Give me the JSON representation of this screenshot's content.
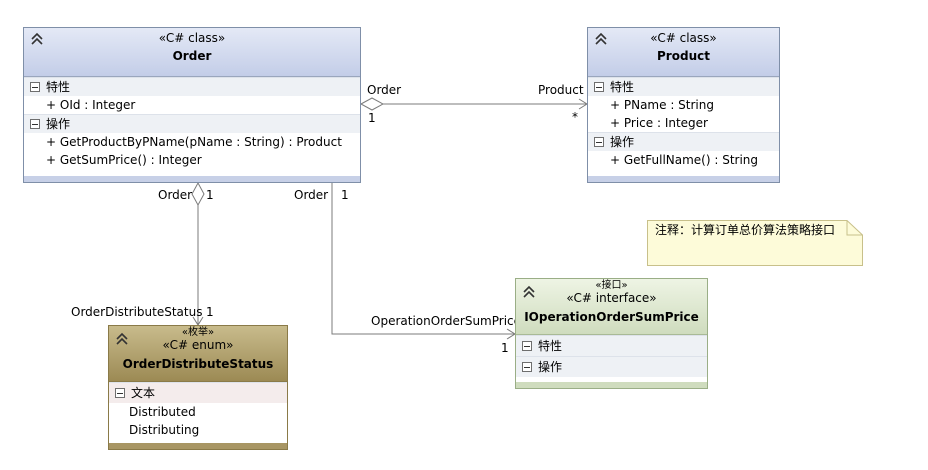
{
  "order_class": {
    "stereotype": "«C# class»",
    "name": "Order",
    "section_attributes": "特性",
    "attributes": [
      "+ OId : Integer"
    ],
    "section_operations": "操作",
    "operations": [
      "+ GetProductByPName(pName : String) : Product",
      "+ GetSumPrice() : Integer"
    ]
  },
  "product_class": {
    "stereotype": "«C# class»",
    "name": "Product",
    "section_attributes": "特性",
    "attributes": [
      "+ PName : String",
      "+ Price : Integer"
    ],
    "section_operations": "操作",
    "operations": [
      "+ GetFullName() : String"
    ]
  },
  "interface": {
    "stereotype_small": "«接口»",
    "stereotype": "«C# interface»",
    "name": "IOperationOrderSumPrice",
    "section_attributes": "特性",
    "section_operations": "操作"
  },
  "enum": {
    "stereotype_small": "«枚举»",
    "stereotype": "«C# enum»",
    "name": "OrderDistributeStatus",
    "section_text": "文本",
    "values": [
      "Distributed",
      "Distributing"
    ]
  },
  "note": {
    "text": "注释：计算订单总价算法策略接口"
  },
  "connectors": {
    "order_product": {
      "source_role": "Order",
      "source_mult": "1",
      "target_role": "Product",
      "target_mult": "*"
    },
    "order_enum": {
      "source_role": "Order",
      "source_mult": "1",
      "target_role": "OrderDistributeStatus",
      "target_mult": "1"
    },
    "order_interface": {
      "source_role": "Order",
      "source_mult": "1",
      "target_role": "OperationOrderSumPrice",
      "target_mult": "1"
    }
  },
  "colors": {
    "class_header": "#c3cde8",
    "interface_header": "#cfdcbe",
    "enum_header": "#9c8a54",
    "note_fill": "#fdfbd9",
    "connector": "#7b7b7b"
  },
  "icons": {
    "collapse": "double-chevron-up-icon",
    "section_toggle": "minus-box-icon",
    "aggregation": "hollow-diamond-icon",
    "association_end": "open-arrow-icon"
  }
}
